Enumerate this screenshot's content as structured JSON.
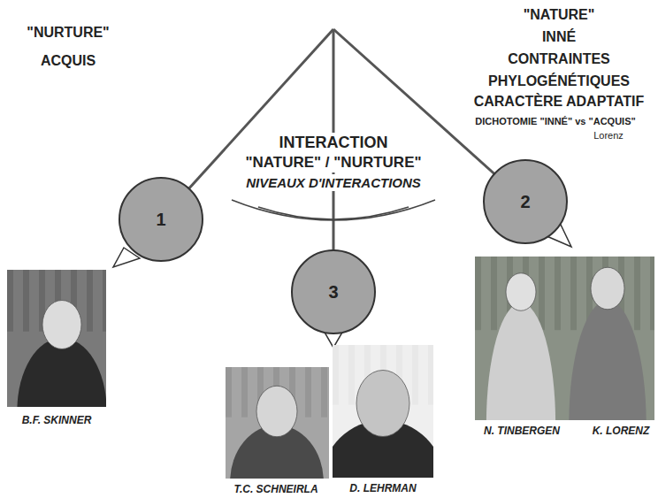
{
  "diagram": {
    "nodes": [
      {
        "text": [
          "1"
        ]
      },
      {
        "text": [
          "2"
        ]
      },
      {
        "text": [
          "3"
        ]
      },
      {
        "text": [
          "B.F. SKINNER"
        ]
      },
      {
        "text": [
          "T.C. SCHNEIRLA"
        ]
      },
      {
        "text": [
          "D. LEHRMAN"
        ]
      },
      {
        "text": [
          "N. TINBERGEN",
          "K. LORENZ"
        ]
      }
    ],
    "labels": [
      "\"NURTURE\"",
      "ACQUIS",
      "\"NATURE\"",
      "INNÉ",
      "CONTRAINTES",
      "PHYLOGÉNÉTIQUES",
      "CARACTÈRE ADAPTATIF",
      "DICHOTOMIE \"INNÉ\" vs \"ACQUIS\"",
      "Lorenz",
      "INTERACTION",
      "\"NATURE\" / \"NURTURE\"",
      "NIVEAUX D'INTERACTIONS"
    ]
  }
}
